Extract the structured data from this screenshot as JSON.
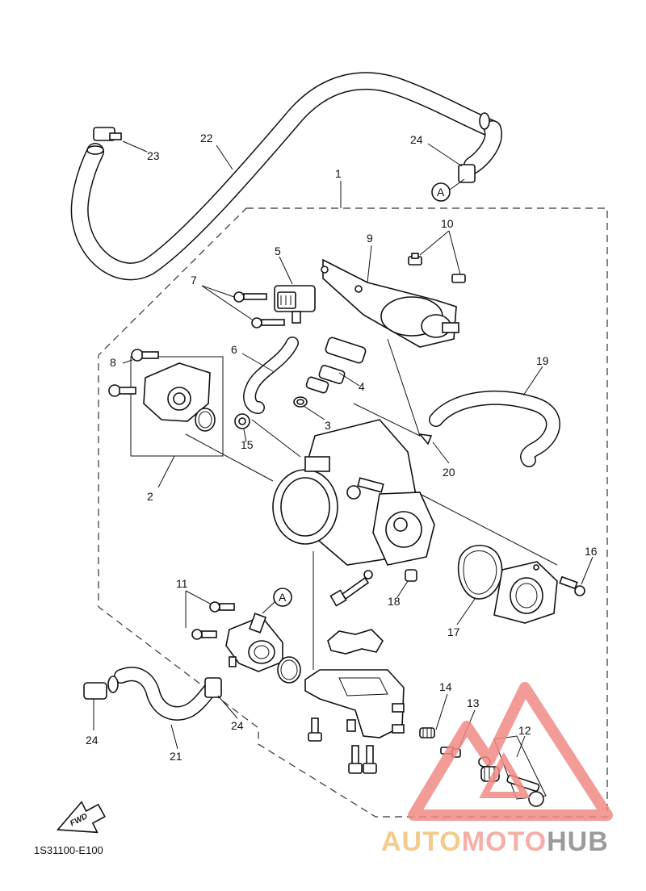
{
  "diagram": {
    "code": "1S31100-E100",
    "fwd_label": "FWD",
    "ref_marker": "A",
    "callouts": [
      "1",
      "2",
      "3",
      "4",
      "5",
      "6",
      "7",
      "8",
      "9",
      "10",
      "11",
      "12",
      "13",
      "14",
      "15",
      "16",
      "17",
      "18",
      "19",
      "20",
      "21",
      "22",
      "23",
      "24"
    ]
  },
  "watermark": {
    "part1": "AUTO",
    "part2": "MOTO",
    "part3": "HUB",
    "colors": {
      "auto": "#f2c27a",
      "moto": "#f4a09a",
      "hub": "#8a8a8a",
      "triangle": "#f08a86"
    }
  }
}
